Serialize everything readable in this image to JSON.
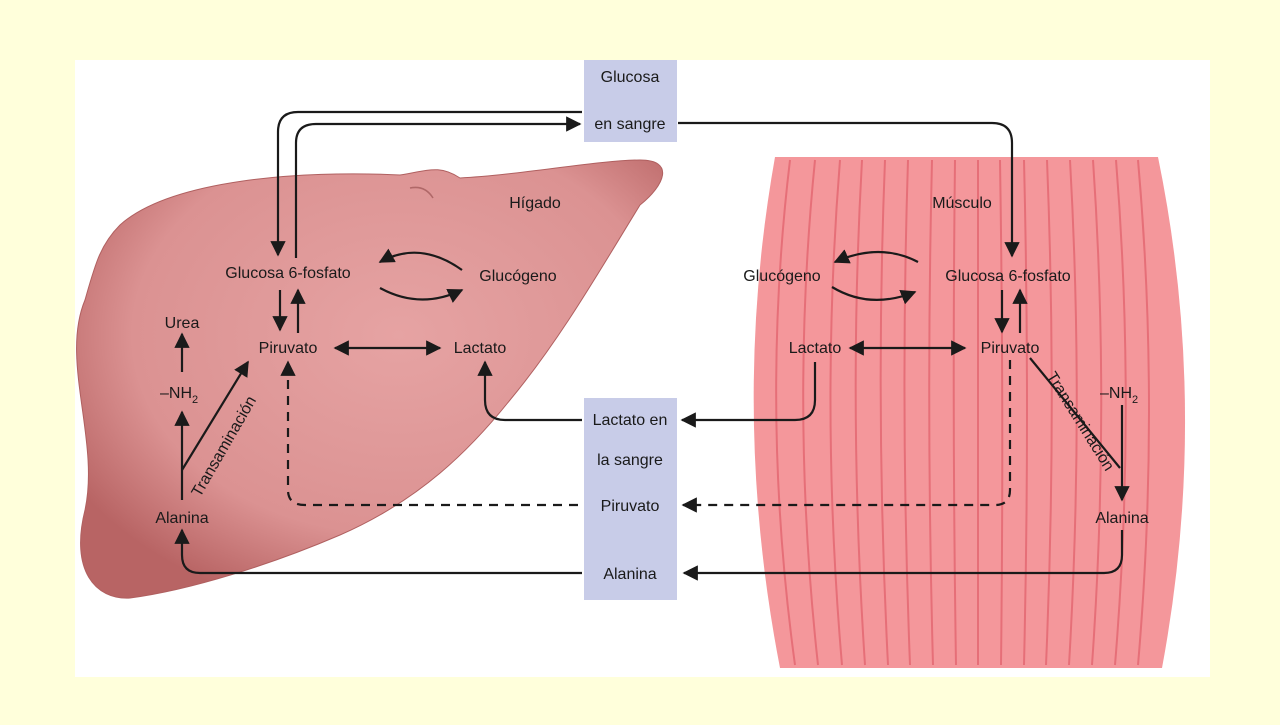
{
  "organs": {
    "liver": "Hígado",
    "muscle": "Músculo"
  },
  "blood": {
    "glucose_line1": "Glucosa",
    "glucose_line2": "en sangre",
    "lactate_line1": "Lactato en",
    "lactate_line2": "la sangre",
    "pyruvate": "Piruvato",
    "alanine": "Alanina"
  },
  "liver": {
    "g6p": "Glucosa 6-fosfato",
    "glycogen": "Glucógeno",
    "pyruvate": "Piruvato",
    "lactate": "Lactato",
    "urea": "Urea",
    "nh2": "–NH",
    "nh2_sub": "2",
    "transamination": "Transaminación",
    "alanine": "Alanina"
  },
  "muscle": {
    "glycogen": "Glucógeno",
    "g6p": "Glucosa 6-fosfato",
    "lactate": "Lactato",
    "pyruvate": "Piruvato",
    "transamination": "Transaminación",
    "nh2": "–NH",
    "nh2_sub": "2",
    "alanine": "Alanina"
  },
  "colors": {
    "page_background": "#ffffdb",
    "panel": "#ffffff",
    "liver": "#d98a8a",
    "muscle": "#f4979b",
    "blood_box": "#c8cce8",
    "arrow": "#1a1a1a"
  }
}
